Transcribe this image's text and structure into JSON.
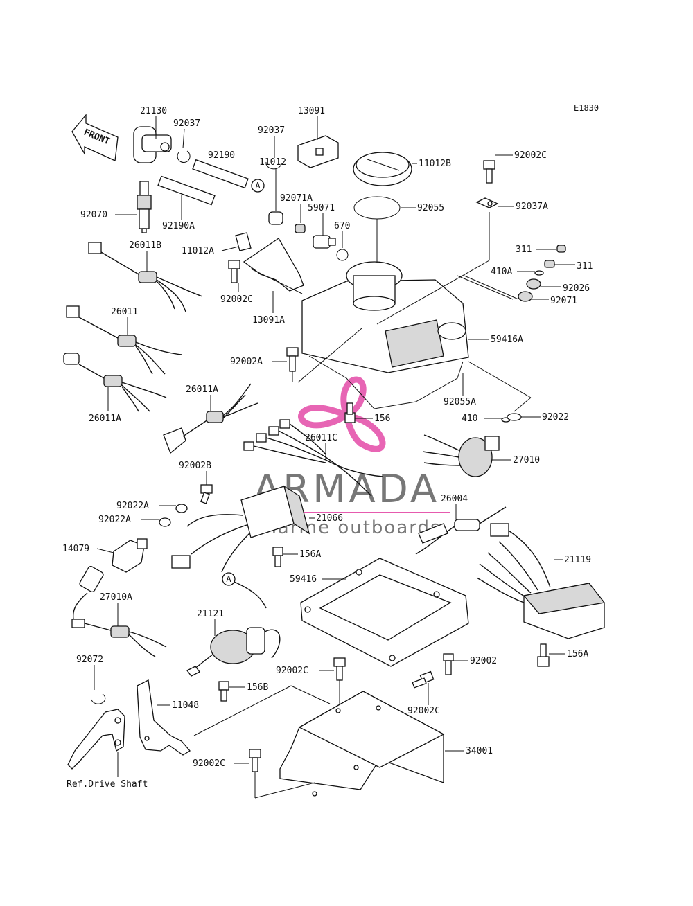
{
  "diagram_code": "E1830",
  "front_label": "FRONT",
  "connector_marker": "A",
  "watermark": {
    "brand": "ARMADA",
    "tagline": "marine outboards",
    "accent_color": "#e0329b",
    "text_color": "#777777"
  },
  "labels": {
    "p21130": "21130",
    "p92037_a": "92037",
    "p92037_b": "92037",
    "p13091": "13091",
    "p92190": "92190",
    "p11012": "11012",
    "p92071A": "92071A",
    "p11012B": "11012B",
    "p92002C_top": "92002C",
    "p92037A": "92037A",
    "p92055": "92055",
    "p59071": "59071",
    "p670": "670",
    "p92070": "92070",
    "p92190A": "92190A",
    "p26011B": "26011B",
    "p11012A": "11012A",
    "p92002C_mid": "92002C",
    "p13091A": "13091A",
    "p311_a": "311",
    "p311_b": "311",
    "p410A": "410A",
    "p92026": "92026",
    "p92071": "92071",
    "p26011": "26011",
    "p59416A": "59416A",
    "p92002A": "92002A",
    "p92055A": "92055A",
    "p26011A_top": "26011A",
    "p156": "156",
    "p410": "410",
    "p92022": "92022",
    "p26011A_bot": "26011A",
    "p26011C": "26011C",
    "p27010": "27010",
    "p92002B": "92002B",
    "p92022A_a": "92022A",
    "p92022A_b": "92022A",
    "p21066": "21066",
    "p26004": "26004",
    "p14079": "14079",
    "p156A_a": "156A",
    "p21119": "21119",
    "p59416": "59416",
    "p27010A": "27010A",
    "p21121": "21121",
    "p156A_b": "156A",
    "p92072": "92072",
    "p92002": "92002",
    "p92002C_low": "92002C",
    "p156B": "156B",
    "p11048": "11048",
    "p92002C_right": "92002C",
    "p34001": "34001",
    "p92002C_bottom": "92002C",
    "ref_drive_shaft": "Ref.Drive Shaft"
  }
}
